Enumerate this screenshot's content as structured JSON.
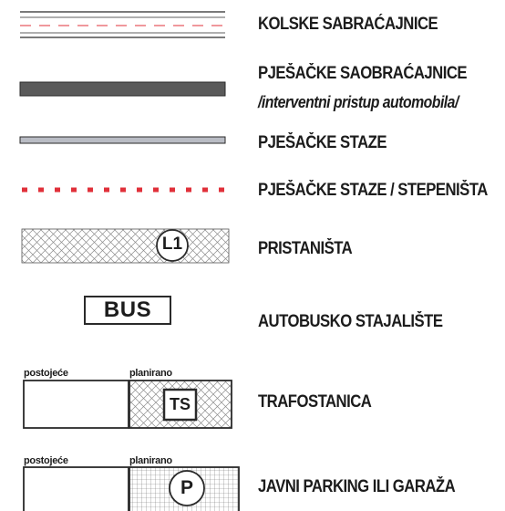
{
  "legend": {
    "items": [
      {
        "id": "kolske",
        "label": "KOLSKE SABRAĆAJNICE"
      },
      {
        "id": "pjesacke-saobracajnice",
        "label": "PJEŠAČKE  SAOBRAĆAJNICE",
        "sublabel": "/interventni pristup automobila/"
      },
      {
        "id": "pjesacke-staze",
        "label": "PJEŠAČKE STAZE"
      },
      {
        "id": "stepenista",
        "label": "PJEŠAČKE STAZE / STEPENIŠTA"
      },
      {
        "id": "pristanista",
        "label": "PRISTANIŠTA",
        "symbol_text": "L1"
      },
      {
        "id": "bus",
        "label": "AUTOBUSKO STAJALIŠTE",
        "symbol_text": "BUS"
      },
      {
        "id": "trafostanica",
        "label": "TRAFOSTANICA",
        "symbol_text": "TS",
        "existing_label": "postojeće",
        "planned_label": "planirano"
      },
      {
        "id": "parking",
        "label": "JAVNI PARKING ILI GARAŽA",
        "symbol_text": "P",
        "existing_label": "postojeće",
        "planned_label": "planirano"
      }
    ]
  },
  "colors": {
    "line": "#2a2a2a",
    "road_fill": "#5a5a5a",
    "path_fill": "#b9bcc4",
    "red_dash": "#e0303a",
    "hatch": "#8c8c8c"
  }
}
